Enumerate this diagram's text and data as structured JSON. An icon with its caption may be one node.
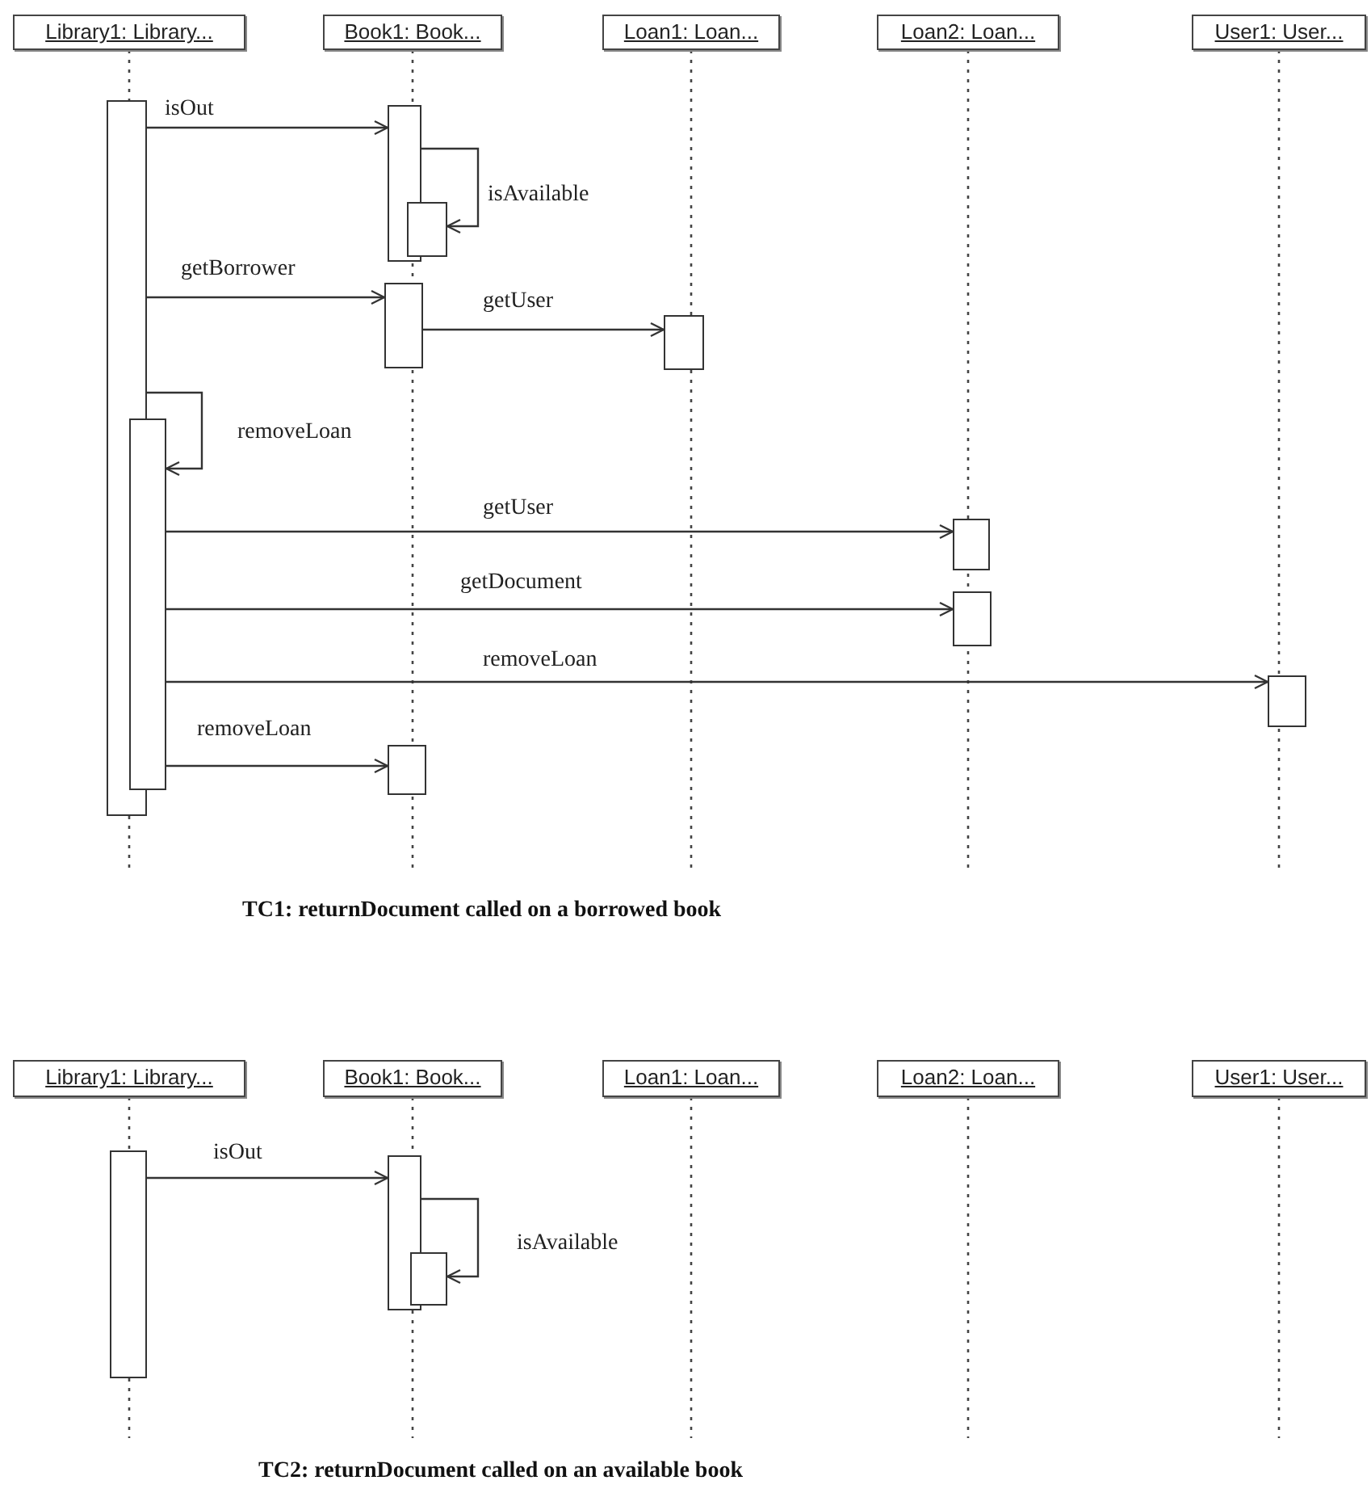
{
  "diagram": {
    "nodes": [
      {
        "text": [
          "Library1: Library..."
        ]
      },
      {
        "text": [
          "Book1: Book..."
        ]
      },
      {
        "text": [
          "Loan1: Loan..."
        ]
      },
      {
        "text": [
          "Loan2: Loan..."
        ]
      },
      {
        "text": [
          "User1: User..."
        ]
      },
      {
        "text": [],
        "shape": "bar"
      },
      {
        "text": [],
        "shape": "bar"
      },
      {
        "text": [],
        "shape": "bar"
      },
      {
        "text": [],
        "shape": "bar"
      },
      {
        "text": [],
        "shape": "bar"
      },
      {
        "text": [],
        "shape": "bar"
      },
      {
        "text": [],
        "shape": "bar"
      },
      {
        "text": [],
        "shape": "bar"
      },
      {
        "text": [],
        "shape": "bar"
      },
      {
        "text": [],
        "shape": "bar"
      },
      {
        "text": [
          "Library1: Library..."
        ]
      },
      {
        "text": [
          "Book1: Book..."
        ]
      },
      {
        "text": [
          "Loan1: Loan..."
        ]
      },
      {
        "text": [
          "Loan2: Loan..."
        ]
      },
      {
        "text": [
          "User1: User..."
        ]
      },
      {
        "text": [],
        "shape": "bar"
      },
      {
        "text": [],
        "shape": "bar"
      },
      {
        "text": [],
        "shape": "bar"
      }
    ],
    "edges": [
      {
        "from": 5,
        "to": 6,
        "arrow": "to",
        "label": "isOut"
      },
      {
        "from": 6,
        "to": 7,
        "arrow": "to",
        "label": "isAvailable"
      },
      {
        "from": 5,
        "to": 8,
        "arrow": "to",
        "label": "getBorrower"
      },
      {
        "from": 8,
        "to": 9,
        "arrow": "to",
        "label": "getUser"
      },
      {
        "from": 5,
        "to": 10,
        "arrow": "to",
        "label": "removeLoan"
      },
      {
        "from": 10,
        "to": 11,
        "arrow": "to",
        "label": "getUser"
      },
      {
        "from": 10,
        "to": 12,
        "arrow": "to",
        "label": "getDocument"
      },
      {
        "from": 10,
        "to": 13,
        "arrow": "to",
        "label": "removeLoan"
      },
      {
        "from": 10,
        "to": 14,
        "arrow": "to",
        "label": "removeLoan"
      },
      {
        "from": 20,
        "to": 21,
        "arrow": "to",
        "label": "isOut"
      },
      {
        "from": 21,
        "to": 22,
        "arrow": "to",
        "label": "isAvailable"
      }
    ],
    "labels": [
      "TC1: returnDocument called on a borrowed book",
      "TC2: returnDocument called on an available book"
    ]
  }
}
